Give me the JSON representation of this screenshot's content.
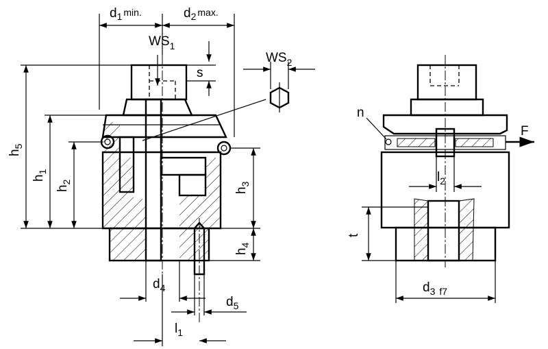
{
  "labels": {
    "d1": {
      "main": "d",
      "sub": "1",
      "suffix": "min."
    },
    "d2": {
      "main": "d",
      "sub": "2",
      "suffix": "max."
    },
    "ws1": {
      "main": "WS",
      "sub": "1"
    },
    "ws2": {
      "main": "WS",
      "sub": "2"
    },
    "s": "s",
    "h5": {
      "main": "h",
      "sub": "5"
    },
    "h1": {
      "main": "h",
      "sub": "1"
    },
    "h2": {
      "main": "h",
      "sub": "2"
    },
    "h3": {
      "main": "h",
      "sub": "3"
    },
    "h4": {
      "main": "h",
      "sub": "4"
    },
    "d4": {
      "main": "d",
      "sub": "4"
    },
    "d5": {
      "main": "d",
      "sub": "5"
    },
    "l1": {
      "main": "l",
      "sub": "1"
    },
    "l2": {
      "main": "l",
      "sub": "2"
    },
    "n": "n",
    "F": "F",
    "t": "t",
    "d3": {
      "main": "d",
      "sub": "3",
      "suffix": "f7"
    }
  }
}
